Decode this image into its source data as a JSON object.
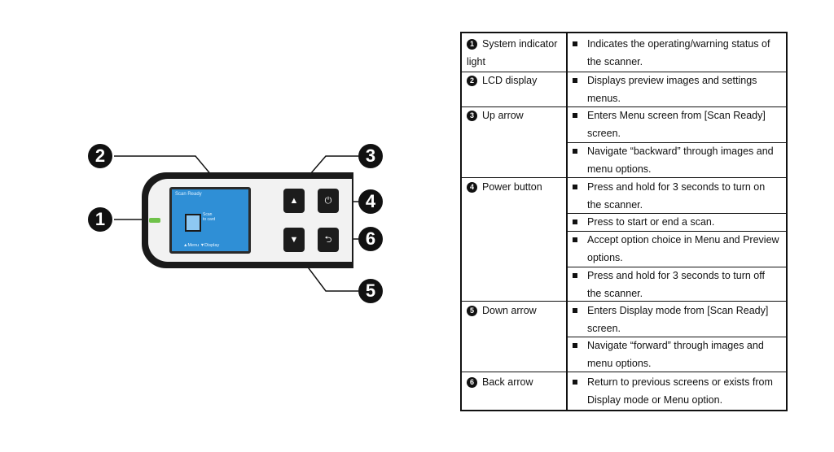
{
  "diagram": {
    "callouts": [
      "1",
      "2",
      "3",
      "4",
      "5",
      "6"
    ],
    "lcd": {
      "title": "Scan Ready",
      "message": "Scan\nto card",
      "footer": "▲Menu ▼Display"
    },
    "buttons": {
      "up_glyph": "▲",
      "power_glyph": "⏻",
      "down_glyph": "▼",
      "back_glyph": "⮌"
    },
    "indicator_color": "#6fc24a",
    "lcd_color": "#2f8fd6"
  },
  "table": {
    "rows": [
      {
        "num": "1",
        "term": "System indicator light",
        "descriptions": [
          "Indicates the operating/warning status of the scanner."
        ]
      },
      {
        "num": "2",
        "term": "LCD display",
        "descriptions": [
          "Displays preview images and settings menus."
        ]
      },
      {
        "num": "3",
        "term": "Up arrow",
        "descriptions": [
          "Enters Menu screen from [Scan Ready] screen.",
          "Navigate “backward” through images and menu options."
        ]
      },
      {
        "num": "4",
        "term": "Power button",
        "descriptions": [
          "Press and hold for 3 seconds to turn on the scanner.",
          "Press to start or end a scan.",
          "Accept option choice in Menu and Preview options.",
          "Press and hold for 3 seconds to turn off the scanner."
        ]
      },
      {
        "num": "5",
        "term": "Down arrow",
        "descriptions": [
          "Enters Display mode from [Scan Ready] screen.",
          "Navigate “forward” through images and menu options."
        ]
      },
      {
        "num": "6",
        "term": "Back arrow",
        "descriptions": [
          "Return to previous screens or exists from Display mode or Menu option."
        ]
      }
    ]
  }
}
